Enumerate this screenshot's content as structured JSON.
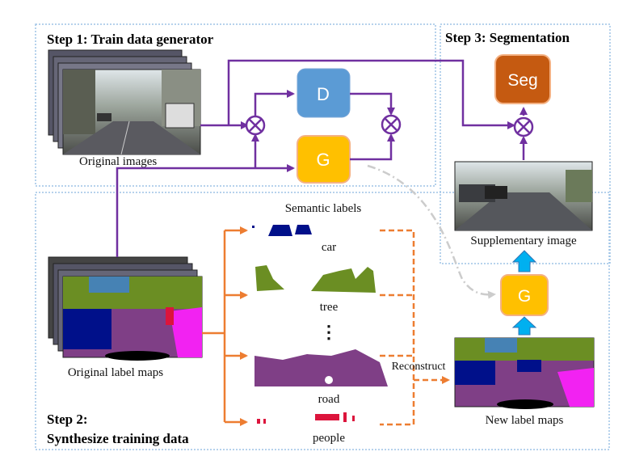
{
  "steps": {
    "step1": "Step 1: Train data generator",
    "step2_line1": "Step 2:",
    "step2_line2": "Synthesize training data",
    "step3": "Step 3: Segmentation"
  },
  "modules": {
    "discriminator": "D",
    "generator_train": "G",
    "generator_synth": "G",
    "segmenter": "Seg"
  },
  "captions": {
    "original_images": "Original images",
    "original_label_maps": "Original label maps",
    "semantic_labels": "Semantic labels",
    "supplementary_image": "Supplementary image",
    "new_label_maps": "New label maps",
    "reconstruct": "Reconstruct",
    "ellipsis": "⋮"
  },
  "classes": [
    "car",
    "tree",
    "road",
    "people"
  ],
  "colors": {
    "purple_arrow": "#7030a0",
    "orange_arrow": "#ed7d31",
    "blue_arrow": "#00b0f0",
    "d_box": "#5b9bd5",
    "g_box": "#ffc000",
    "seg_box": "#c55a11",
    "dotted_border": "#9dc3e6",
    "road_purple": "#7f3f86",
    "car_navy": "#00108a",
    "tree_green": "#6b8e23",
    "people_red": "#dc143c"
  },
  "icons": [
    "combine-node-icon",
    "arrow-icon"
  ]
}
